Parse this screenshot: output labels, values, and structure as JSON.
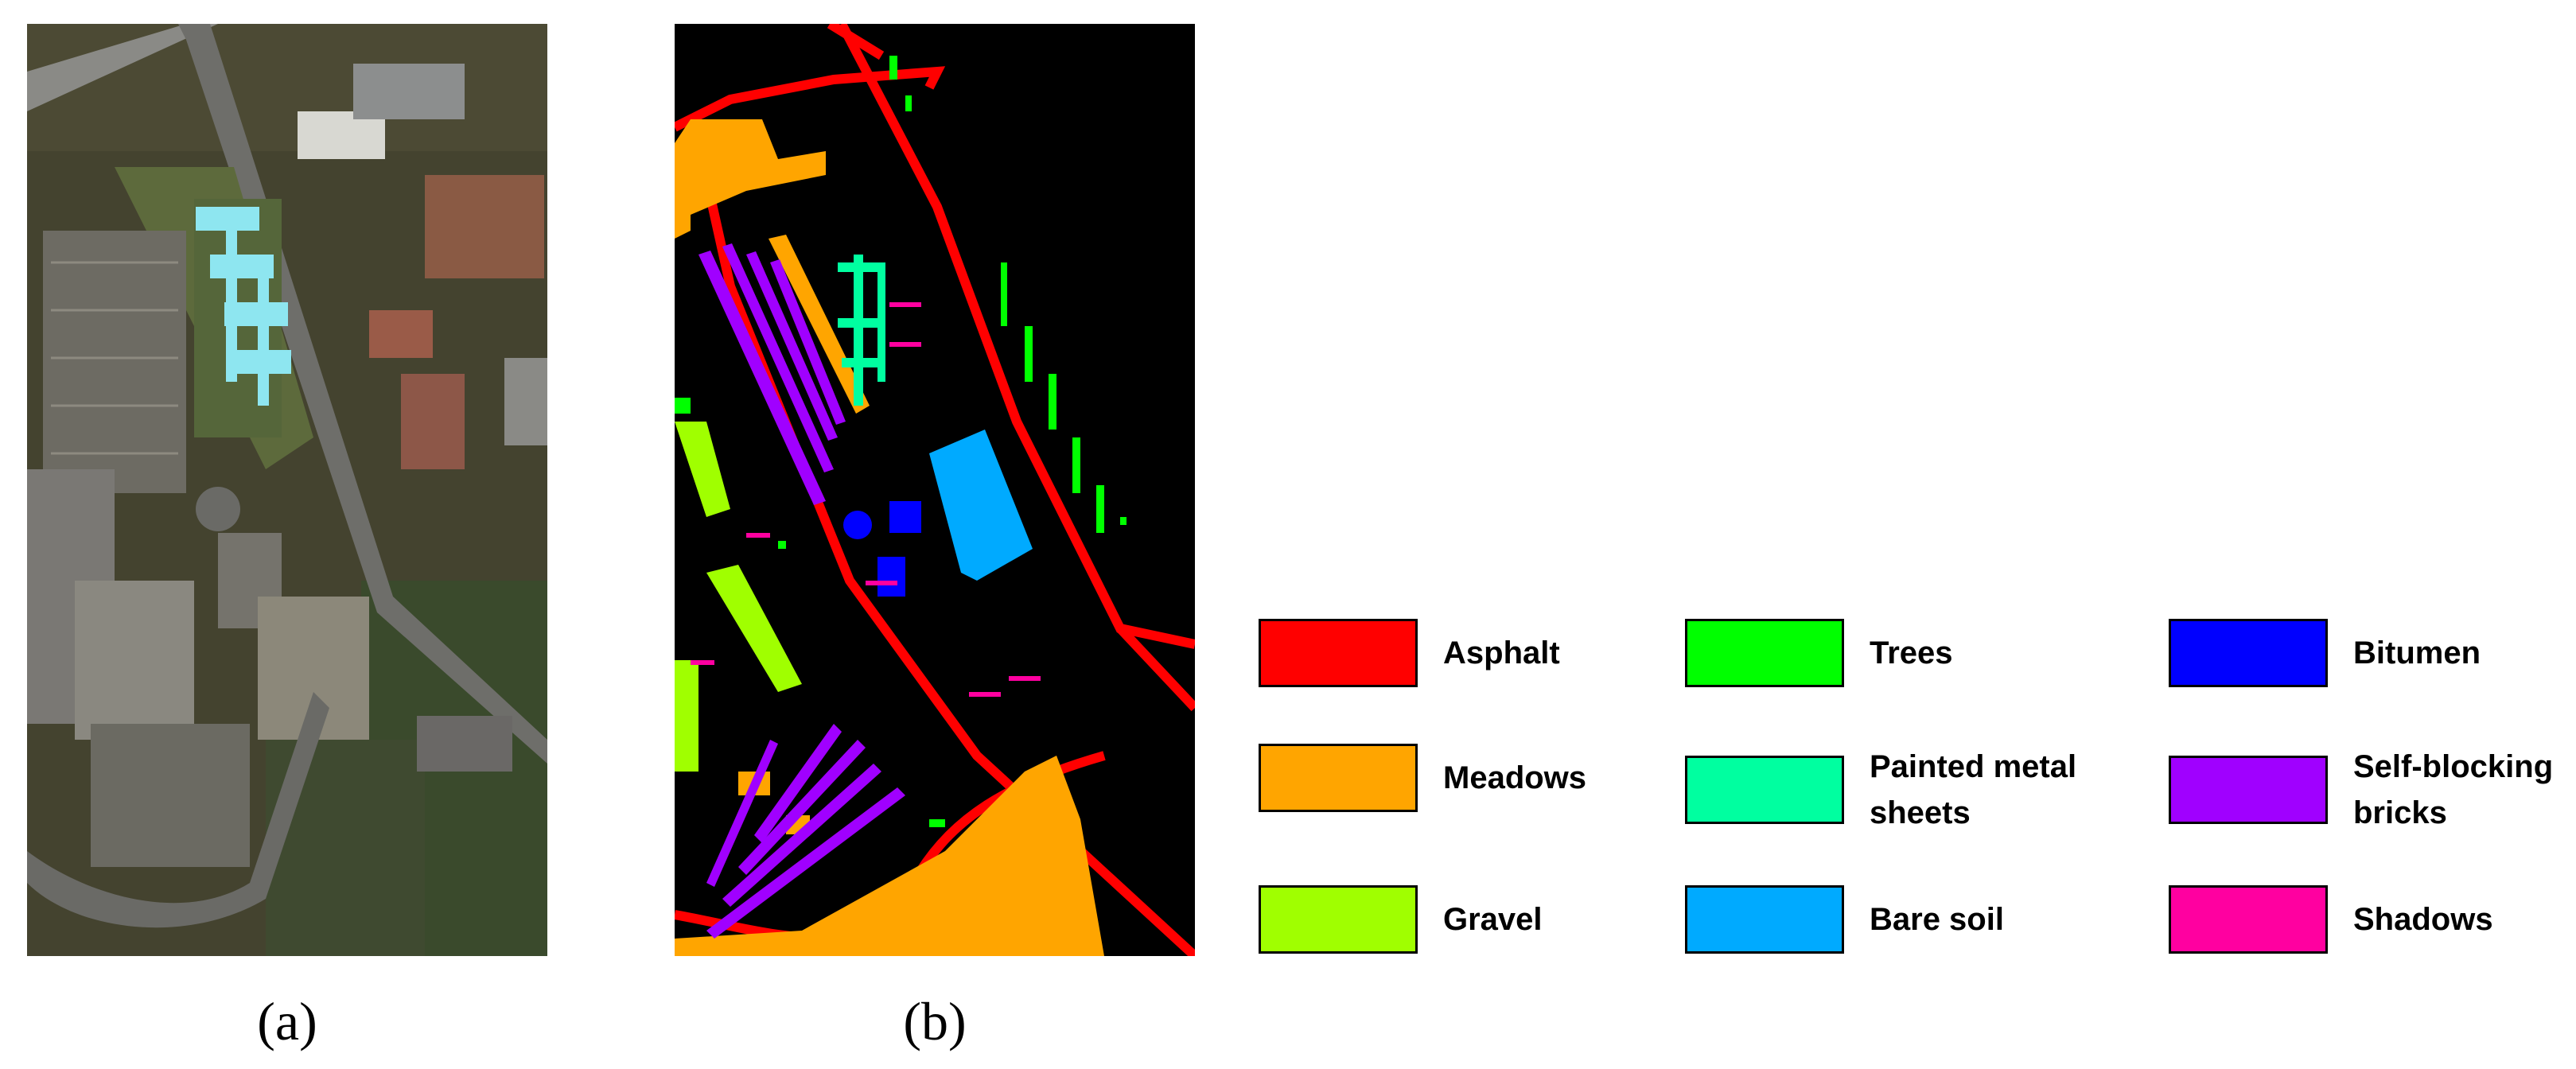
{
  "figure": {
    "panel_a": {
      "caption": "(a)",
      "kind": "true-color aerial image"
    },
    "panel_b": {
      "caption": "(b)",
      "kind": "ground-truth class map",
      "background": "#000000"
    }
  },
  "legend": {
    "items": [
      {
        "label": "Asphalt",
        "color": "#ff0000"
      },
      {
        "label": "Trees",
        "color": "#00ff00"
      },
      {
        "label": "Bitumen",
        "color": "#0000ff"
      },
      {
        "label": "Meadows",
        "color": "#ffa500"
      },
      {
        "label": "Painted metal sheets",
        "color": "#00ffa0"
      },
      {
        "label": "Self-blocking bricks",
        "color": "#a000ff"
      },
      {
        "label": "Gravel",
        "color": "#a0ff00"
      },
      {
        "label": "Bare soil",
        "color": "#00aaff"
      },
      {
        "label": "Shadows",
        "color": "#ff00a0"
      }
    ]
  }
}
